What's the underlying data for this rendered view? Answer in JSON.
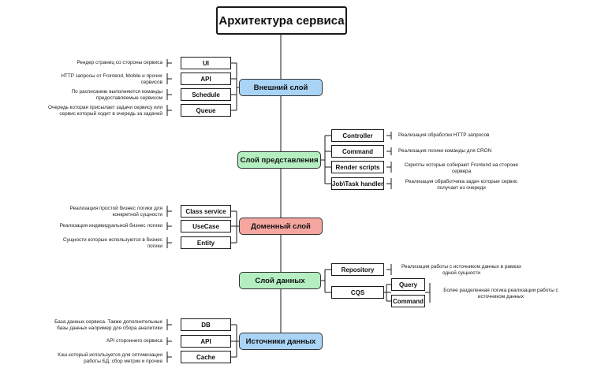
{
  "title": "Архитектура сервиса",
  "colors": {
    "external": "#a9d4f5",
    "presentation": "#b5efc1",
    "domain": "#f5a6a0",
    "data": "#b5efc1",
    "sources": "#a9d4f5",
    "line": "#1a1a1a"
  },
  "layers": {
    "external": {
      "label": "Внешний слой",
      "items": [
        {
          "label": "UI",
          "note": "Рендер страниц со стороны сервиса"
        },
        {
          "label": "API",
          "note": "HTTP запросы от Frontend, Mobile и прочих сервисов"
        },
        {
          "label": "Schedule",
          "note": "По расписанию выполняются команды предоставляемые сервисом"
        },
        {
          "label": "Queue",
          "note": "Очередь которая присылает задачи сервису или сервис который ходит в очередь за задачей"
        }
      ]
    },
    "presentation": {
      "label": "Слой представления",
      "items": [
        {
          "label": "Controller",
          "note": "Реализация обработки HTTP запросов"
        },
        {
          "label": "Command",
          "note": "Реализация логики команды для CRON"
        },
        {
          "label": "Render scripts",
          "note": "Скрипты которые собирают Frontend на стороне сервера"
        },
        {
          "label": "Job\\Task handler",
          "note": "Реализация обработчика задач которые сервис получает из очереди"
        }
      ]
    },
    "domain": {
      "label": "Доменный слой",
      "items": [
        {
          "label": "Class service",
          "note": "Реализация простой бизнес логики для конкретной сущности"
        },
        {
          "label": "UseCase",
          "note": "Реализация индивидуальной бизнес логики"
        },
        {
          "label": "Entity",
          "note": "Сущности которые используются в бизнес логики"
        }
      ]
    },
    "data": {
      "label": "Слой данных",
      "items": [
        {
          "label": "Repository",
          "note": "Реализация работы с источником данных в рамках одной сущности"
        },
        {
          "label": "CQS",
          "note": "Более разделенная логика реализации работы с источником данных",
          "children": [
            {
              "label": "Query"
            },
            {
              "label": "Command"
            }
          ]
        }
      ]
    },
    "sources": {
      "label": "Источники данных",
      "items": [
        {
          "label": "DB",
          "note": "База данных сервиса. Также дополнительные базы данных например для сбора аналитики"
        },
        {
          "label": "API",
          "note": "API стороннего сервиса"
        },
        {
          "label": "Cache",
          "note": "Кэш который используется для оптимизации работы БД, сбор метрик и прочие"
        }
      ]
    }
  }
}
